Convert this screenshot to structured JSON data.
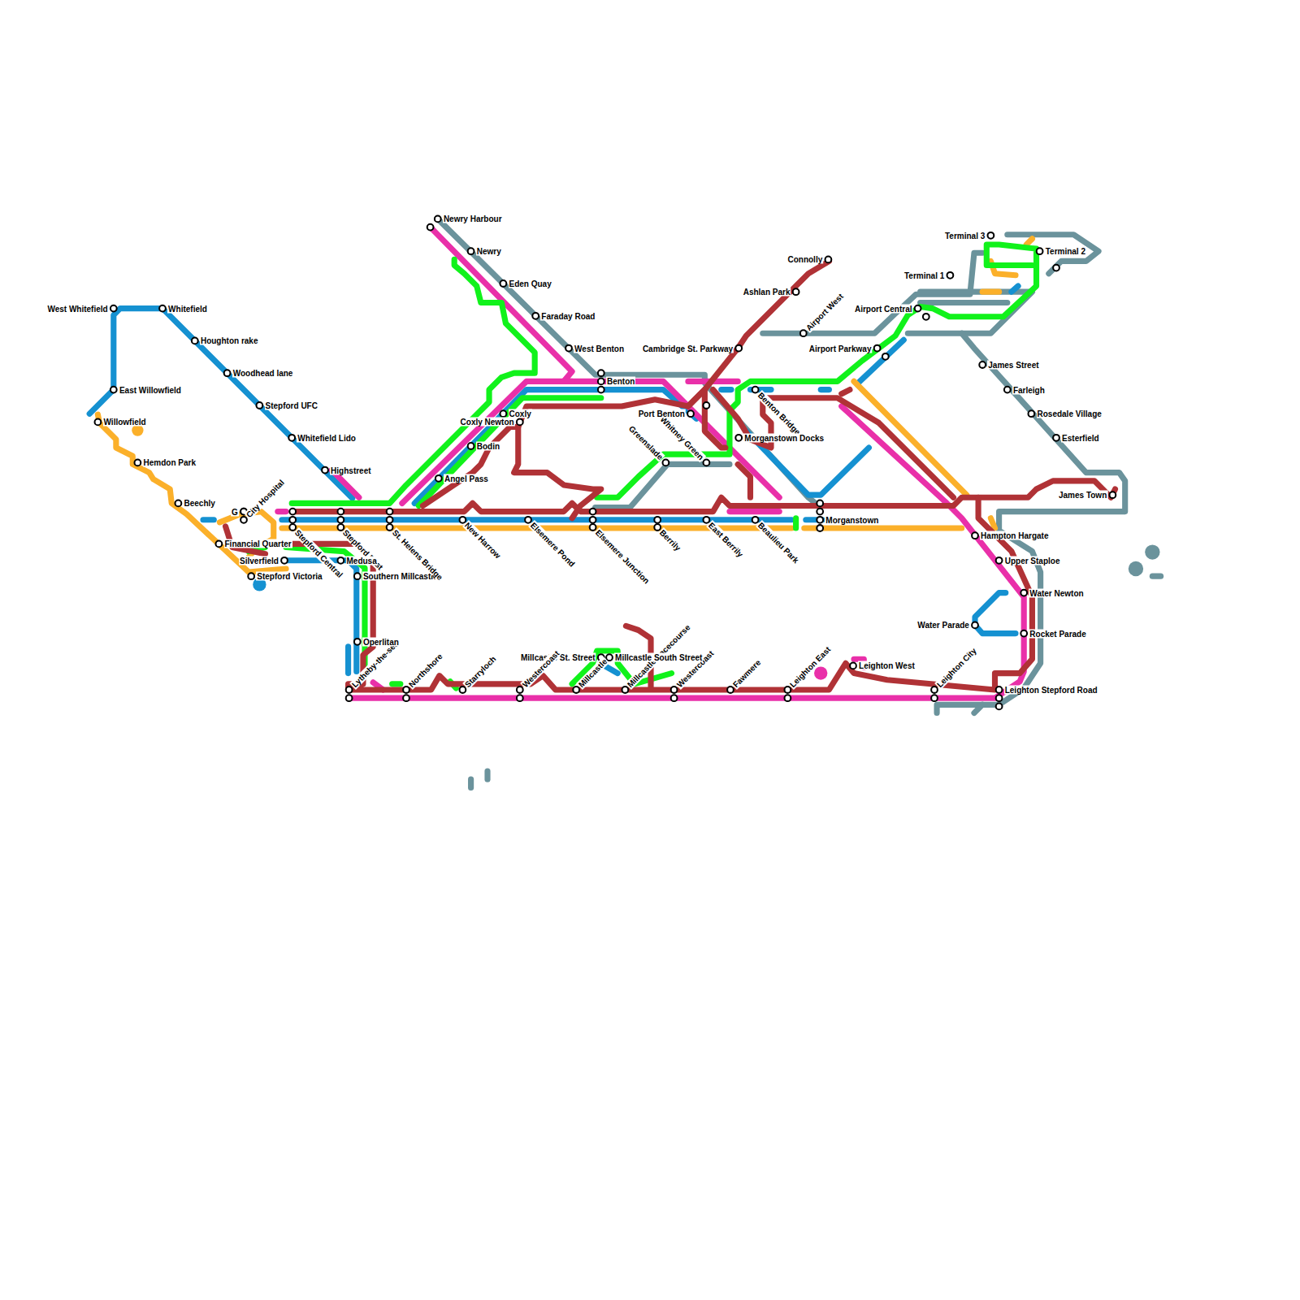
{
  "diagram": {
    "labels": [
      "Newry Harbour",
      "Newry",
      "Eden Quay",
      "Faraday Road",
      "West Benton",
      "Benton",
      "Coxly",
      "Coxly Newton",
      "Bodin",
      "Angel Pass",
      "Highstreet",
      "West Whitefield",
      "Whitefield",
      "Houghton rake",
      "Woodhead lane",
      "Stepford UFC",
      "Whitefield Lido",
      "East Willowfield",
      "Willowfield",
      "Hemdon Park",
      "Beechly",
      "G",
      "City Hospital",
      "Financial Quarter",
      "Silverfield",
      "Stepford Victoria",
      "Stepford Central",
      "Stepford East",
      "Medusa",
      "Southern Millcastle",
      "St. Helens Bridge",
      "New Harrow",
      "Elsemere Pond",
      "Elsemere Junction",
      "Berrily",
      "East Berrily",
      "Beaulieu Park",
      "Morganstown",
      "Greenslade",
      "Whitney Green",
      "Port Benton",
      "Cambridge St. Parkway",
      "Benton Bridge",
      "Morganstown Docks",
      "Ashlan Park",
      "Connolly",
      "Airport West",
      "Airport Parkway",
      "Airport Central",
      "Terminal 1",
      "Terminal 3",
      "Terminal 2",
      "James Street",
      "Farleigh",
      "Rosedale Village",
      "Esterfield",
      "James Town",
      "Hampton Hargate",
      "Upper Staploe",
      "Water Newton",
      "Water Parade",
      "Rocket Parade",
      "Leighton Stepford Road",
      "Leighton City",
      "Leighton West",
      "Leighton East",
      "Fawmere",
      "Westercoast",
      "Millcastle Racecourse",
      "Millcastle South Street",
      "Millcastle St. Street",
      "Millcastle",
      "Westercoast",
      "Starryloch",
      "Northshore",
      "Lytheby-the-sea",
      "Operlitan"
    ]
  }
}
